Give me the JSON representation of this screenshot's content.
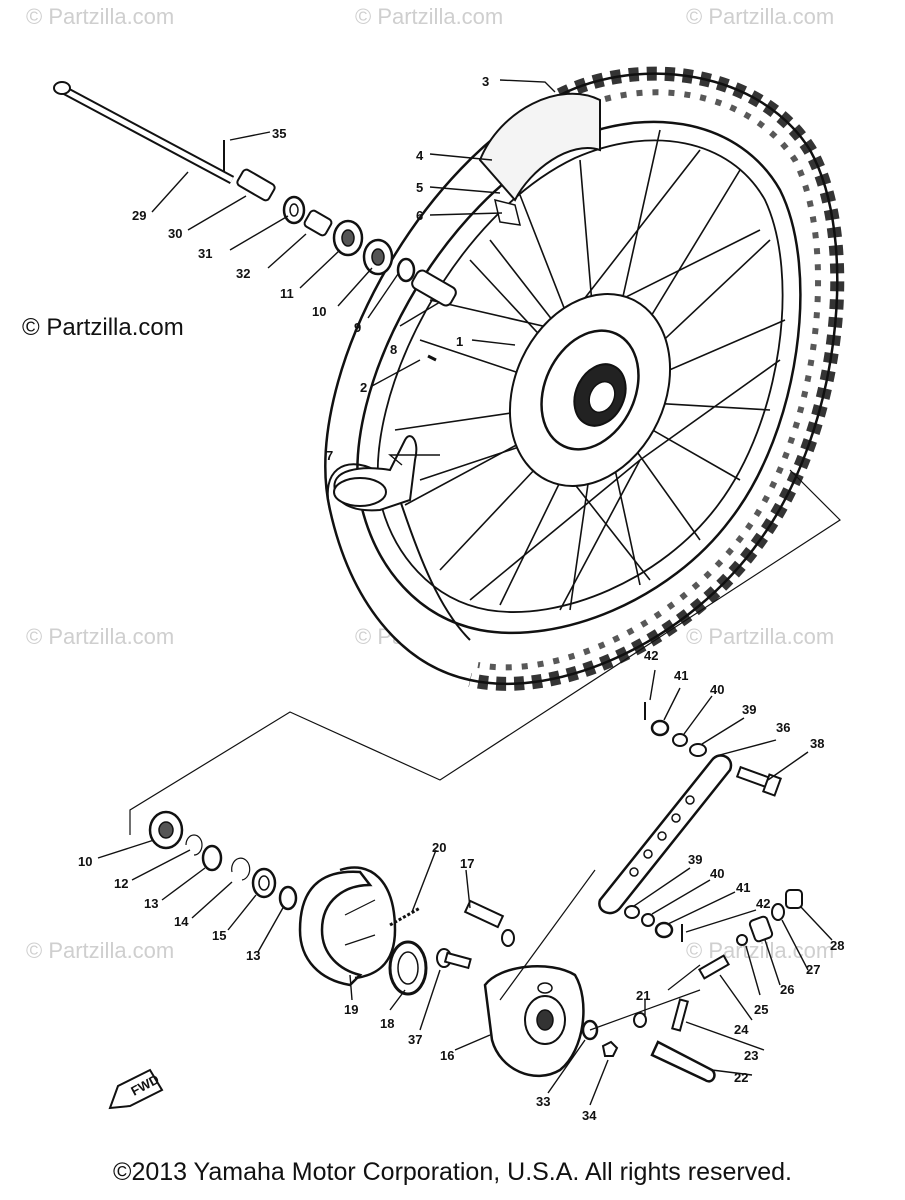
{
  "watermarks": {
    "small": "© Partzilla.com",
    "main": "© Partzilla.com"
  },
  "copyright": "©2013 Yamaha Motor Corporation, U.S.A. All rights reserved.",
  "fwd_label": "FWD",
  "callouts": {
    "p1": "1",
    "p2": "2",
    "p3": "3",
    "p4": "4",
    "p5": "5",
    "p6": "6",
    "p7": "7",
    "p8": "8",
    "p9": "9",
    "p10a": "10",
    "p10b": "10",
    "p11": "11",
    "p12": "12",
    "p13a": "13",
    "p13b": "13",
    "p14": "14",
    "p15": "15",
    "p16": "16",
    "p17": "17",
    "p18": "18",
    "p19": "19",
    "p20": "20",
    "p21": "21",
    "p22": "22",
    "p23": "23",
    "p24": "24",
    "p25": "25",
    "p26": "26",
    "p27": "27",
    "p28": "28",
    "p29": "29",
    "p30": "30",
    "p31": "31",
    "p32": "32",
    "p33": "33",
    "p34": "34",
    "p35": "35",
    "p36": "36",
    "p37": "37",
    "p38": "38",
    "p39a": "39",
    "p39b": "39",
    "p40a": "40",
    "p40b": "40",
    "p41a": "41",
    "p41b": "41",
    "p42a": "42",
    "p42b": "42"
  }
}
